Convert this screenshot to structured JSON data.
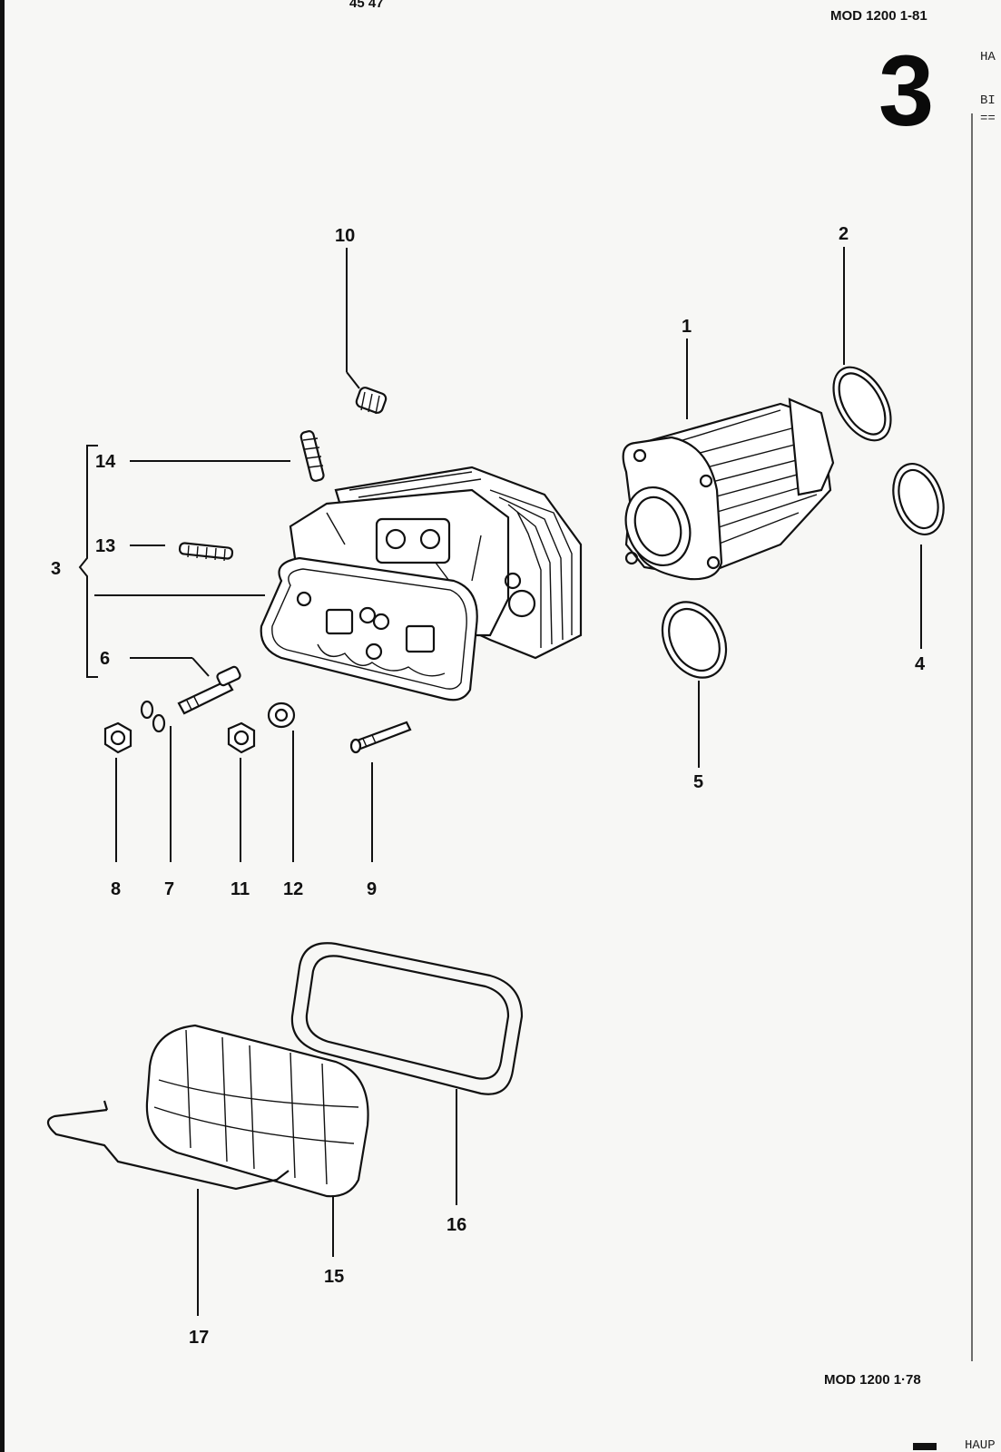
{
  "header": {
    "top_numbers": "45 47",
    "model_top": "MOD 1200 1-81",
    "section_number": "3",
    "edge_text_1": "HA",
    "edge_text_2": "BI",
    "edge_text_3": "=="
  },
  "footer": {
    "model_bottom": "MOD 1200 1·78",
    "edge_text": "HAUP"
  },
  "callouts": {
    "c1": "1",
    "c2": "2",
    "c3": "3",
    "c4": "4",
    "c5": "5",
    "c6": "6",
    "c7": "7",
    "c8": "8",
    "c9": "9",
    "c10": "10",
    "c11": "11",
    "c12": "12",
    "c13": "13",
    "c14": "14",
    "c15": "15",
    "c16": "16",
    "c17": "17"
  }
}
